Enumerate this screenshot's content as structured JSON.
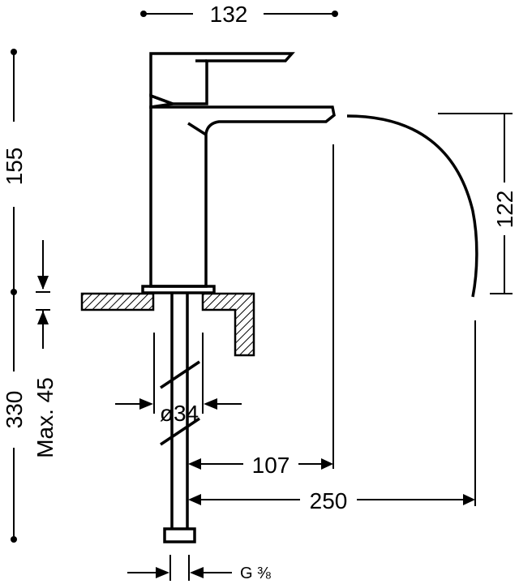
{
  "dimensions": {
    "width_top": "132",
    "height_upper": "155",
    "total_height": "330",
    "max_thickness": "Max. 45",
    "spout_height": "122",
    "diameter": "ø34",
    "reach_107": "107",
    "reach_250": "250",
    "thread": "G ⅜"
  },
  "colors": {
    "line": "#000000",
    "background": "#ffffff"
  }
}
